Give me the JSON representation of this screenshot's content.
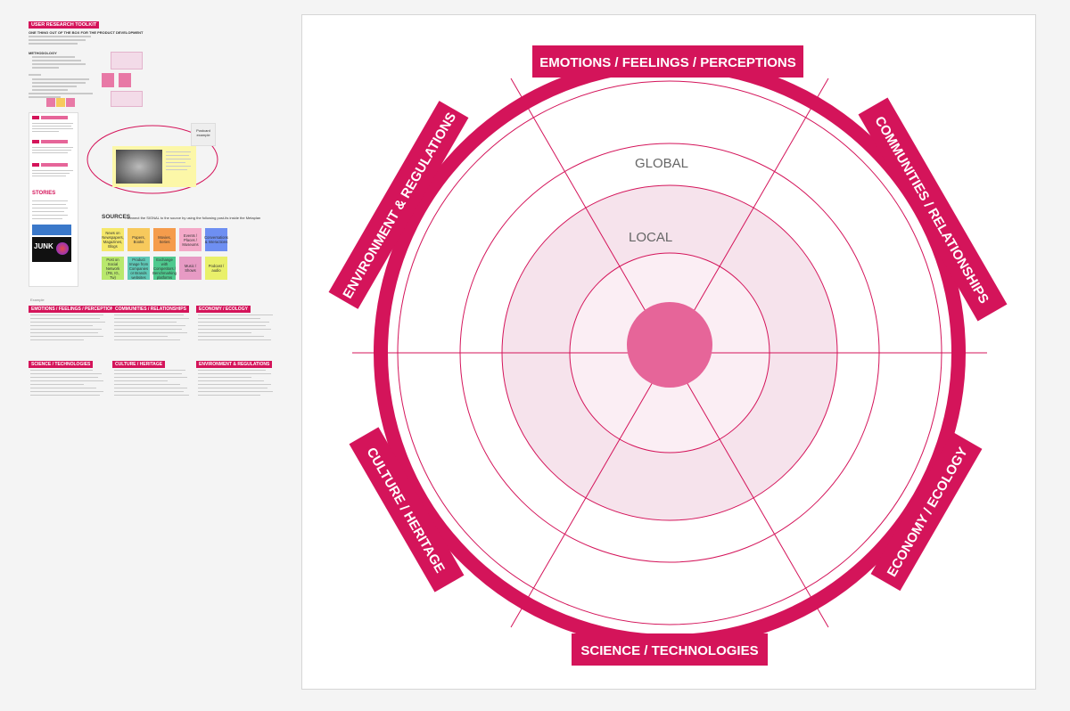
{
  "left_panel": {
    "tag": "USER RESEARCH TOOLKIT",
    "subtitle": "ONE THING OUT OF THE BOX FOR THE PRODUCT DEVELOPMENT",
    "methodology_label": "METHODOLOGY",
    "sources_heading": "SOURCES",
    "sources_desc": "- connect the SIGNAL to the source by using the following post-its inside the Metaplan",
    "stories_heading": "STORIES",
    "junk_label": "JUNK",
    "example_label": "Example",
    "postcard_label": "Postcard example",
    "source_stickies": [
      {
        "text": "News on Newspapers, Magazines, Blogs",
        "color": "#f5e86a"
      },
      {
        "text": "Papers, Books",
        "color": "#f7c95c"
      },
      {
        "text": "Movies, Series",
        "color": "#f59c4c"
      },
      {
        "text": "Events / Places / Museums",
        "color": "#f4a9c8"
      },
      {
        "text": "Conversations & Interactions",
        "color": "#6e8ff2"
      },
      {
        "text": "Post on Social Network (FB, IG, Tw)",
        "color": "#b9e86d"
      },
      {
        "text": "Product Image from Companies or Brands websites",
        "color": "#5fc9b7"
      },
      {
        "text": "Exchange with Competitors / Benchmarking platforms",
        "color": "#4fc98e"
      },
      {
        "text": "Music / Shows",
        "color": "#e79ac4"
      },
      {
        "text": "Podcast / audio",
        "color": "#e9f06a"
      }
    ],
    "category_headers": [
      "EMOTIONS / FEELINGS / PERCEPTIONS",
      "COMMUNITIES / RELATIONSHIPS",
      "ECONOMY / ECOLOGY",
      "SCIENCE / TECHNOLOGIES",
      "CULTURE / HERITAGE",
      "ENVIRONMENT & REGULATIONS"
    ]
  },
  "radar": {
    "labels": {
      "top": "EMOTIONS / FEELINGS / PERCEPTIONS",
      "top_right": "COMMUNITIES / RELATIONSHIPS",
      "bottom_right": "ECONOMY / ECOLOGY",
      "bottom": "SCIENCE / TECHNOLOGIES",
      "bottom_left": "CULTURE / HERITAGE",
      "top_left": "ENVIRONMENT & REGULATIONS"
    },
    "ring_global": "GLOBAL",
    "ring_local": "LOCAL"
  },
  "colors": {
    "accent": "#d4145a",
    "accent_light": "#e66599",
    "local_fill": "#f6e3ec"
  }
}
